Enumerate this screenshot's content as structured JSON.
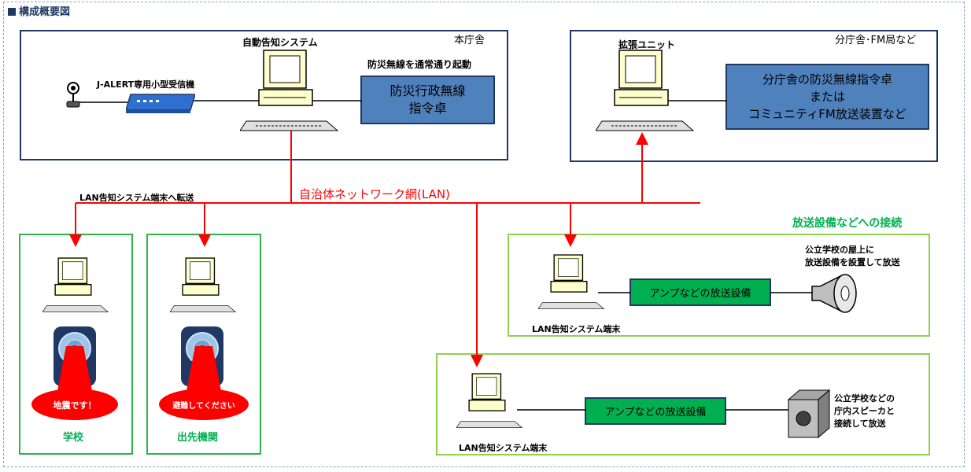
{
  "heading": "構成概要図",
  "network": {
    "label": "自治体ネットワーク網(LAN)",
    "transfer_label": "LAN告知システム端末へ転送"
  },
  "main_office": {
    "title": "本庁舎",
    "receiver_label": "J-ALERT専用小型受信機",
    "system_label": "自動告知システム",
    "auto_start_label": "防災無線を通常通り起動",
    "console_line1": "防災行政無線",
    "console_line2": "指令卓"
  },
  "branch_office": {
    "title": "分庁舎･FM局など",
    "unit_label": "拡張ユニット",
    "device_line1": "分庁舎の防災無線指令卓",
    "device_line2": "または",
    "device_line3": "コミュニティFM放送装置など"
  },
  "school": {
    "title": "学校",
    "bubble": "地震です！"
  },
  "branch_agency": {
    "title": "出先機関",
    "bubble": "避難してください"
  },
  "broadcast_section": {
    "title": "放送設備などへの接続"
  },
  "broadcast1": {
    "amp": "アンプなどの放送設備",
    "terminal": "LAN告知システム端末",
    "note_line1": "公立学校の屋上に",
    "note_line2": "放送設備を設置して放送"
  },
  "broadcast2": {
    "amp": "アンプなどの放送設備",
    "terminal": "LAN告知システム端末",
    "note_line1": "公立学校などの",
    "note_line2": "庁内スピーカと",
    "note_line3": "接続して放送"
  },
  "colors": {
    "navy": "#1f3864",
    "red": "#ff0000",
    "green": "#00b050",
    "light_green": "#92d050",
    "console_blue": "#4f81bd"
  }
}
